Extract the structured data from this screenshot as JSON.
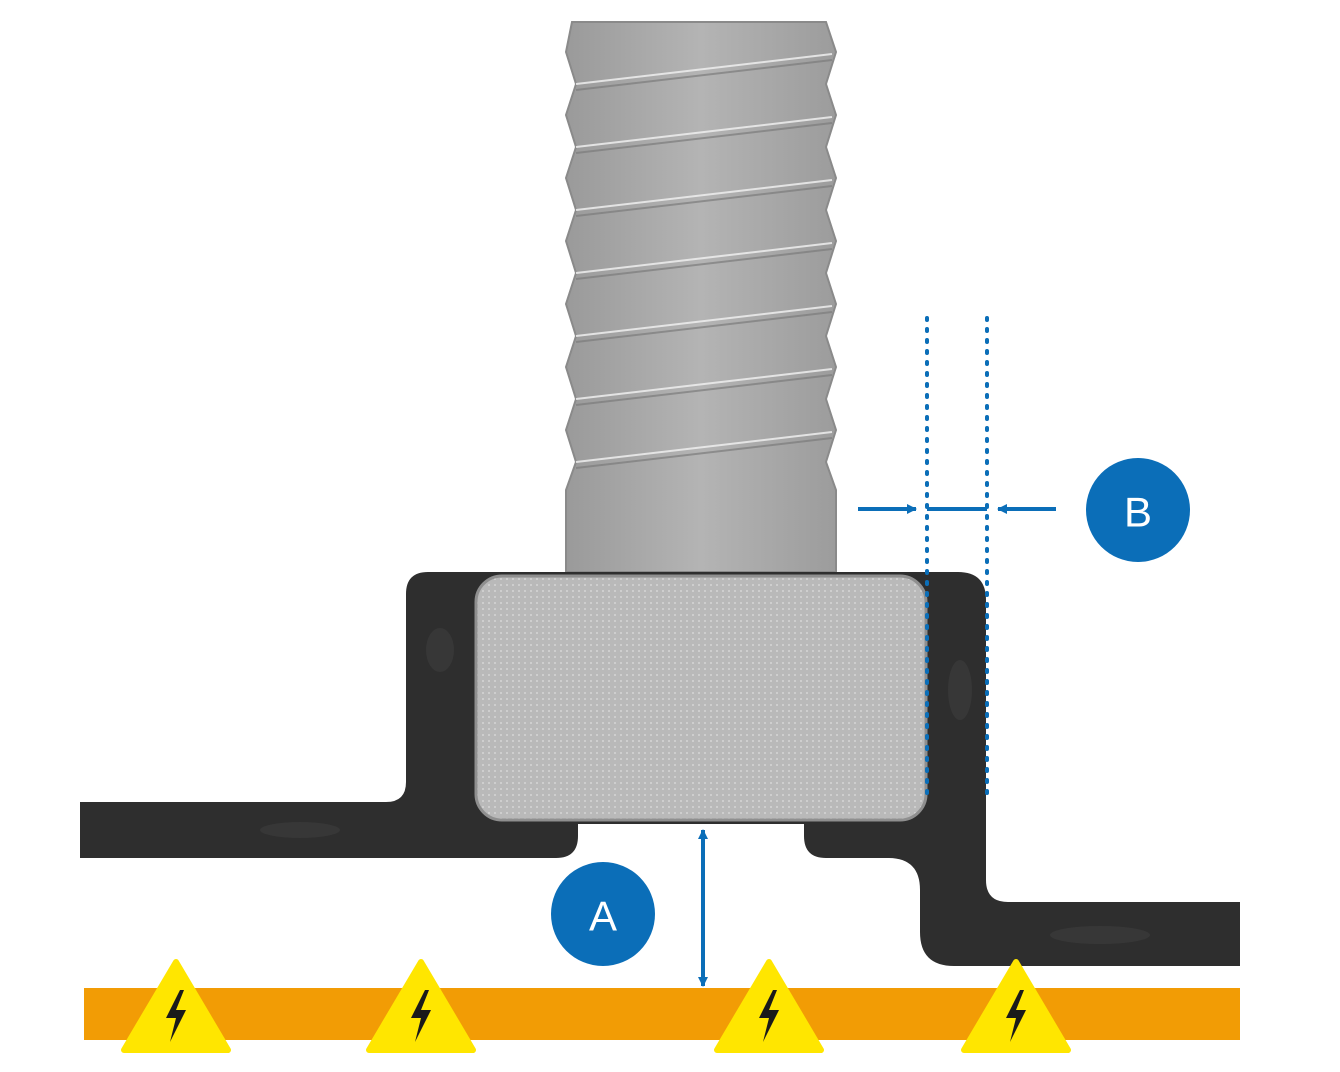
{
  "labels": {
    "a": "A",
    "b": "B"
  },
  "colors": {
    "accent_blue": "#0b6eb8",
    "hazard_orange": "#f29c05",
    "hazard_yellow": "#ffe600",
    "bracket_dark": "#2e2e2e",
    "bolt_gray": "#a3a3a3",
    "nut_gray": "#bdbdbd"
  },
  "icons": {
    "hazard": "high-voltage-warning-icon",
    "hazard_count": 4
  }
}
